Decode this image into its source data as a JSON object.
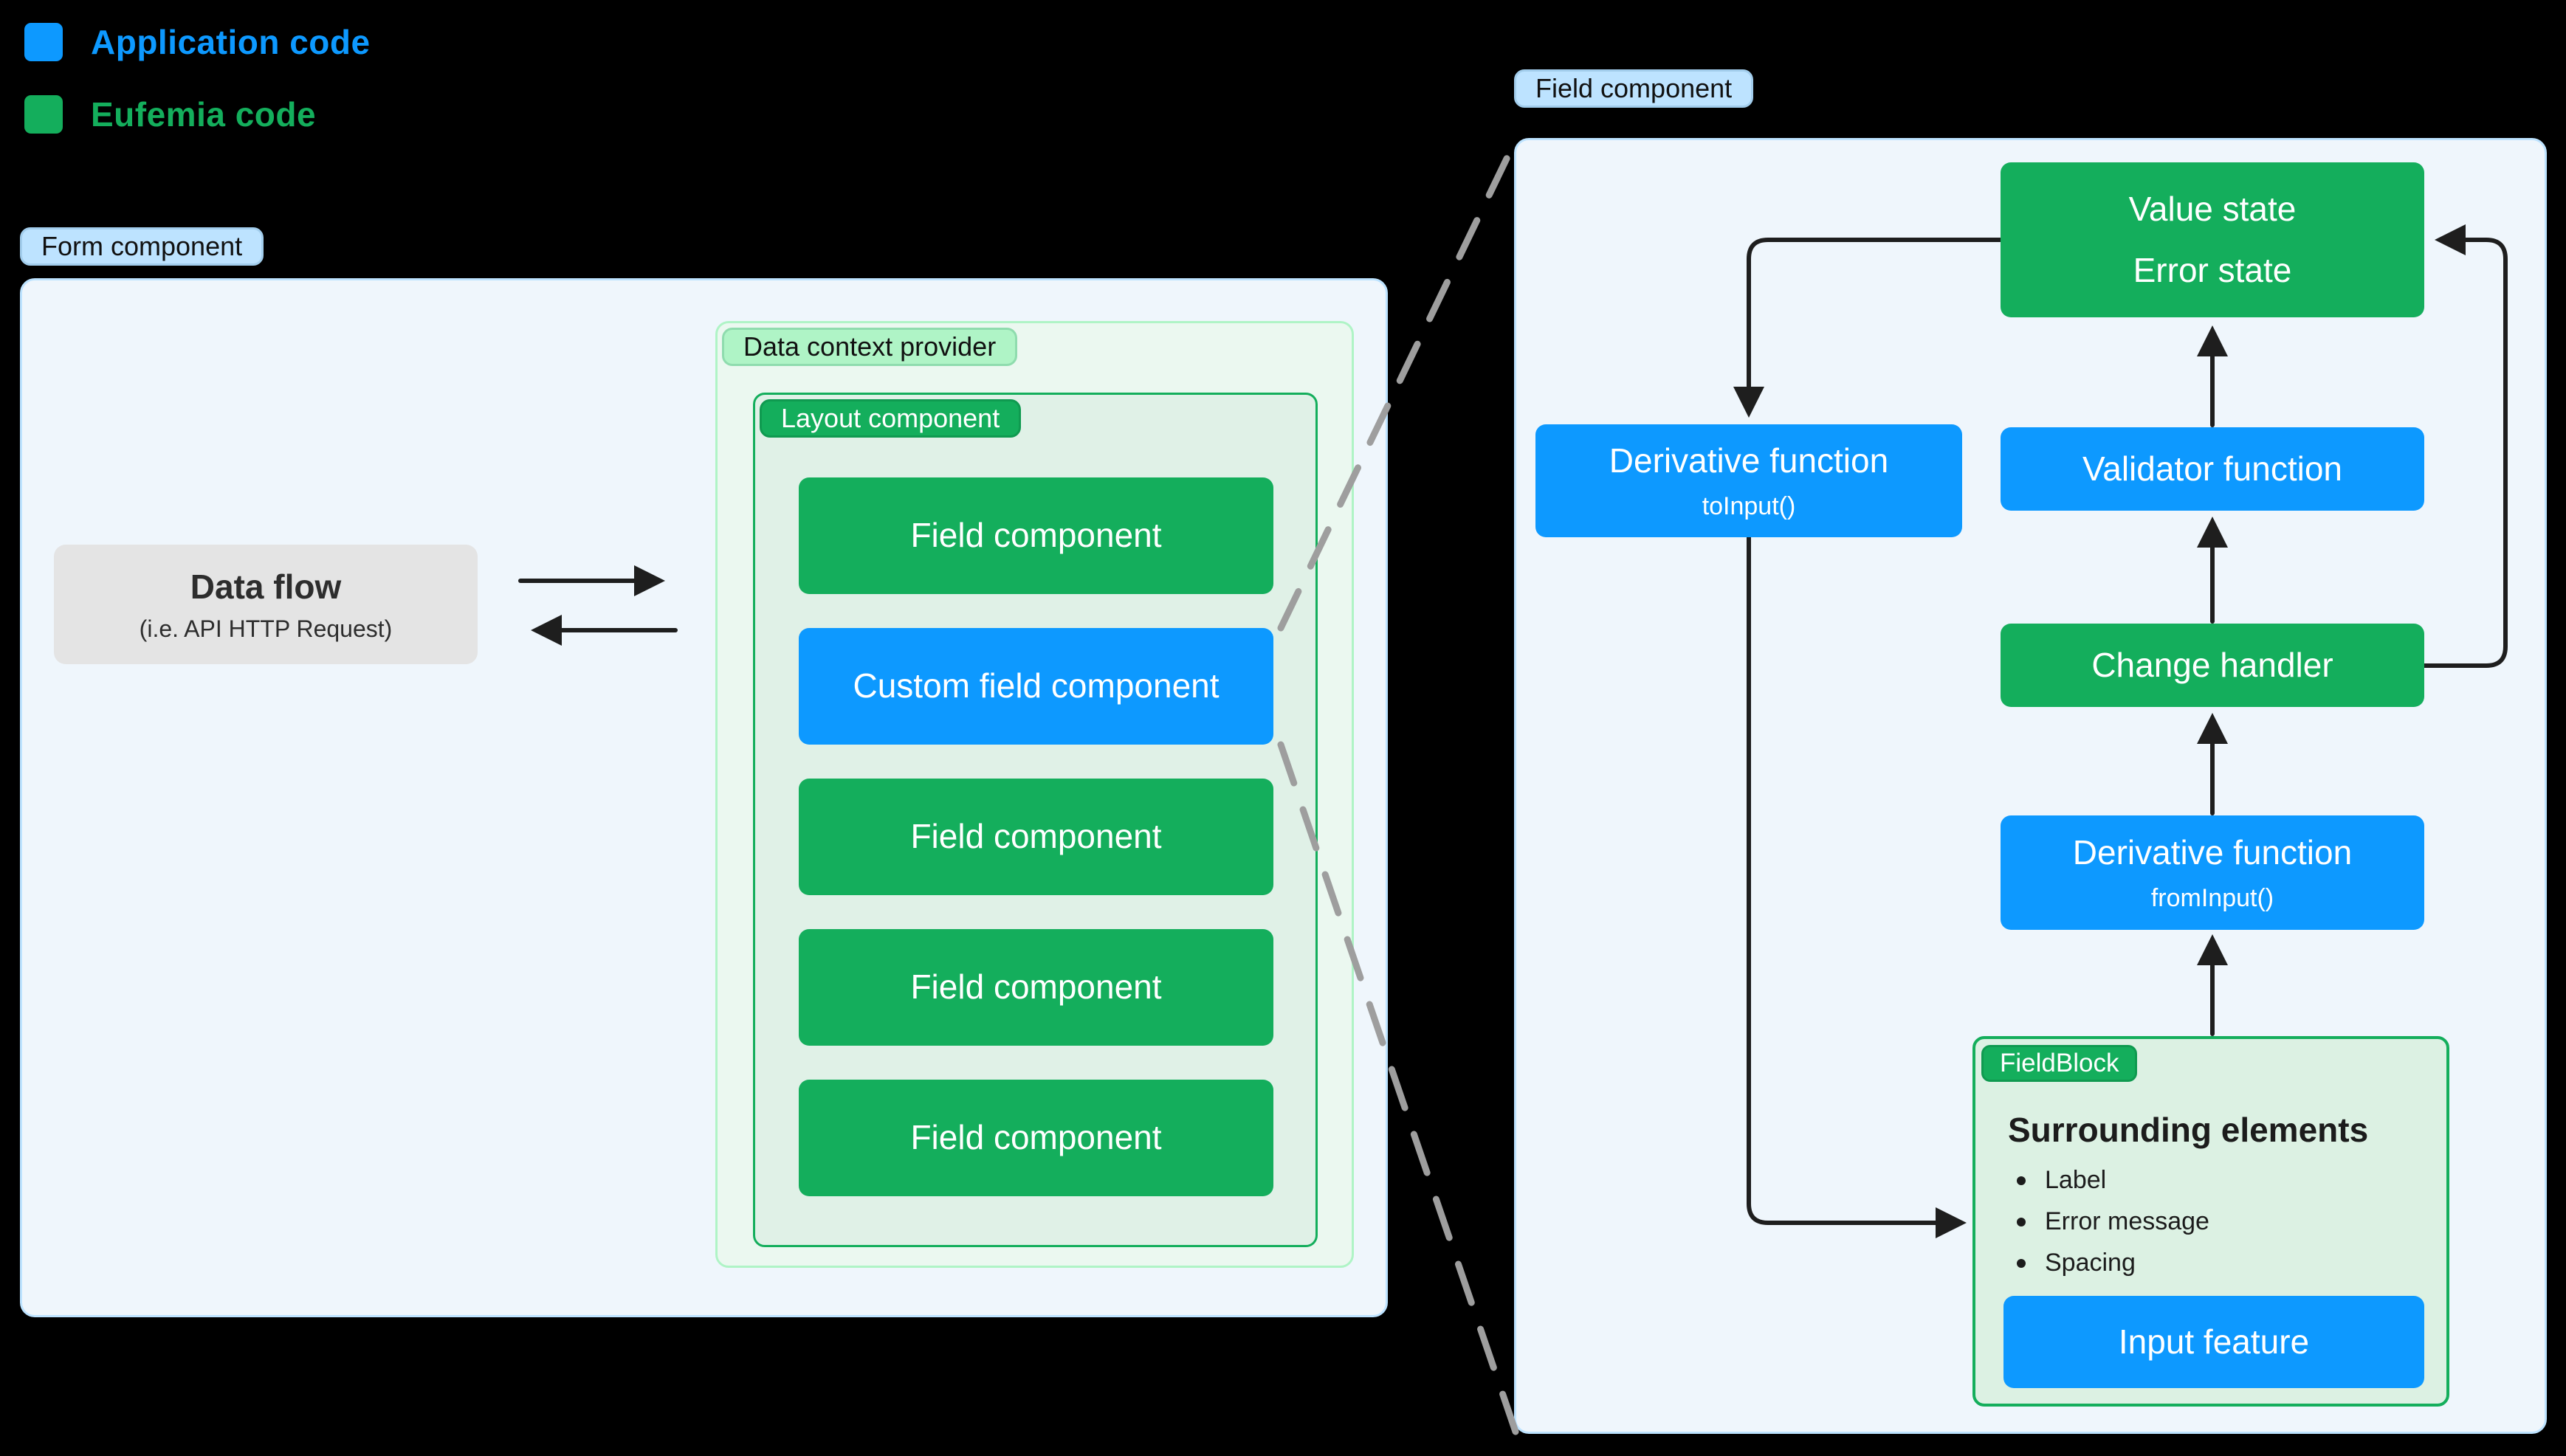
{
  "legend": {
    "items": [
      {
        "label": "Application code",
        "color": "#0d99ff"
      },
      {
        "label": "Eufemia code",
        "color": "#14ae5c"
      }
    ]
  },
  "left": {
    "badge": "Form component",
    "data_flow": {
      "title": "Data flow",
      "subtitle": "(i.e. API HTTP Request)"
    },
    "data_context": {
      "badge": "Data context provider"
    },
    "layout": {
      "badge": "Layout component",
      "fields": [
        {
          "label": "Field component",
          "kind": "green"
        },
        {
          "label": "Custom field component",
          "kind": "blue"
        },
        {
          "label": "Field component",
          "kind": "green"
        },
        {
          "label": "Field component",
          "kind": "green"
        },
        {
          "label": "Field component",
          "kind": "green"
        }
      ]
    }
  },
  "right": {
    "badge": "Field component",
    "value_state": {
      "line1": "Value state",
      "line2": "Error state"
    },
    "derivative_to": {
      "title": "Derivative function",
      "sub": "toInput()"
    },
    "validator": {
      "label": "Validator function"
    },
    "change_handler": {
      "label": "Change handler"
    },
    "derivative_from": {
      "title": "Derivative function",
      "sub": "fromInput()"
    },
    "fieldblock": {
      "badge": "FieldBlock",
      "heading": "Surrounding elements",
      "bullets": [
        "Label",
        "Error message",
        "Spacing"
      ],
      "input_feature": "Input feature"
    }
  },
  "colors": {
    "application_blue": "#0d99ff",
    "eufemia_green": "#14ae5c",
    "badge_light_blue": "#bde3ff",
    "badge_light_green": "#aff4c6",
    "panel_blue_bg": "#eff6fc",
    "panel_mint_bg": "#ebf8f0",
    "panel_green_bg": "#e0f1e7",
    "fieldblock_bg": "#dcf1e3",
    "gray_box": "#e4e4e4",
    "arrow": "#1e1e1e",
    "dashed_line": "#9e9e9e",
    "page_bg": "#000000"
  }
}
